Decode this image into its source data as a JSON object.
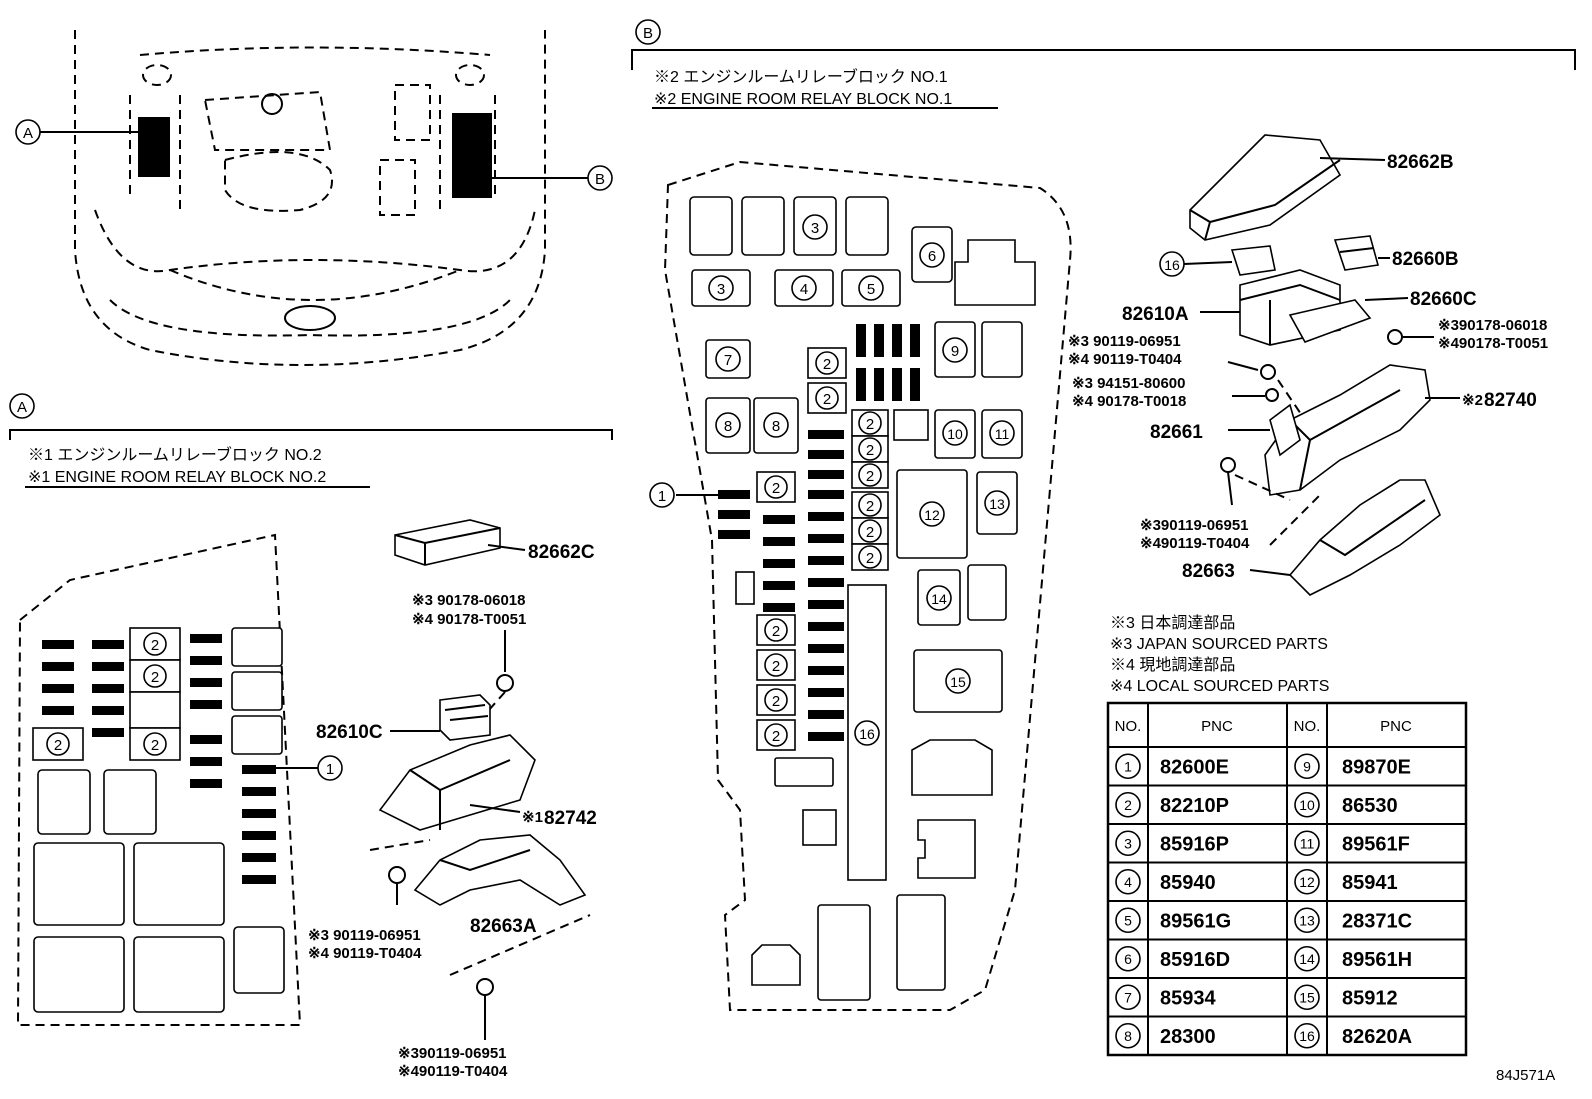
{
  "views": {
    "a_letter": "A",
    "b_letter": "B"
  },
  "section_a": {
    "letter": "A",
    "note_jp": "※1 エンジンルームリレーブロック NO.2",
    "note_en": "※1 ENGINE ROOM RELAY BLOCK NO.2",
    "callout_1": "1",
    "fuse_2": "2",
    "parts": {
      "cover": "82662C",
      "nut_jp": "※3 90178-06018",
      "nut_local": "※4 90178-T0051",
      "block": "82610C",
      "bracket": "82742",
      "bracket_mark": "※1",
      "lower": "82663A",
      "bolt1_jp": "※3 90119-06951",
      "bolt1_local": "※4 90119-T0404",
      "bolt2_jp": "※390119-06951",
      "bolt2_local": "※490119-T0404"
    }
  },
  "section_b": {
    "letter": "B",
    "note_jp": "※2 エンジンルームリレーブロック NO.1",
    "note_en": "※2 ENGINE ROOM RELAY BLOCK NO.1",
    "callouts": [
      "1",
      "2",
      "3",
      "4",
      "5",
      "6",
      "7",
      "8",
      "9",
      "10",
      "11",
      "12",
      "13",
      "14",
      "15",
      "16"
    ],
    "parts": {
      "cover": "82662B",
      "c16": "16",
      "relay_b": "82660B",
      "block": "82610A",
      "relay_c": "82660C",
      "bolt1_jp": "※3 90119-06951",
      "bolt1_local": "※4 90119-T0404",
      "nut_jp": "※390178-06018",
      "nut_local": "※490178-T0051",
      "clip_jp": "※3 94151-80600",
      "clip_local": "※4 90178-T0018",
      "bracket": "82740",
      "bracket_mark": "※2",
      "bracket2": "82661",
      "bolt2_jp": "※390119-06951",
      "bolt2_local": "※490119-T0404",
      "lower": "82663"
    }
  },
  "legend": {
    "l1": "※3 日本調達部品",
    "l2": "※3 JAPAN SOURCED PARTS",
    "l3": "※4 現地調達部品",
    "l4": "※4 LOCAL SOURCED PARTS"
  },
  "table": {
    "headers": [
      "NO.",
      "PNC",
      "NO.",
      "PNC"
    ],
    "rows": [
      [
        "1",
        "82600E",
        "9",
        "89870E"
      ],
      [
        "2",
        "82210P",
        "10",
        "86530"
      ],
      [
        "3",
        "85916P",
        "11",
        "89561F"
      ],
      [
        "4",
        "85940",
        "12",
        "85941"
      ],
      [
        "5",
        "89561G",
        "13",
        "28371C"
      ],
      [
        "6",
        "85916D",
        "14",
        "89561H"
      ],
      [
        "7",
        "85934",
        "15",
        "85912"
      ],
      [
        "8",
        "28300",
        "16",
        "82620A"
      ]
    ]
  },
  "footer": {
    "code": "84J571A"
  }
}
